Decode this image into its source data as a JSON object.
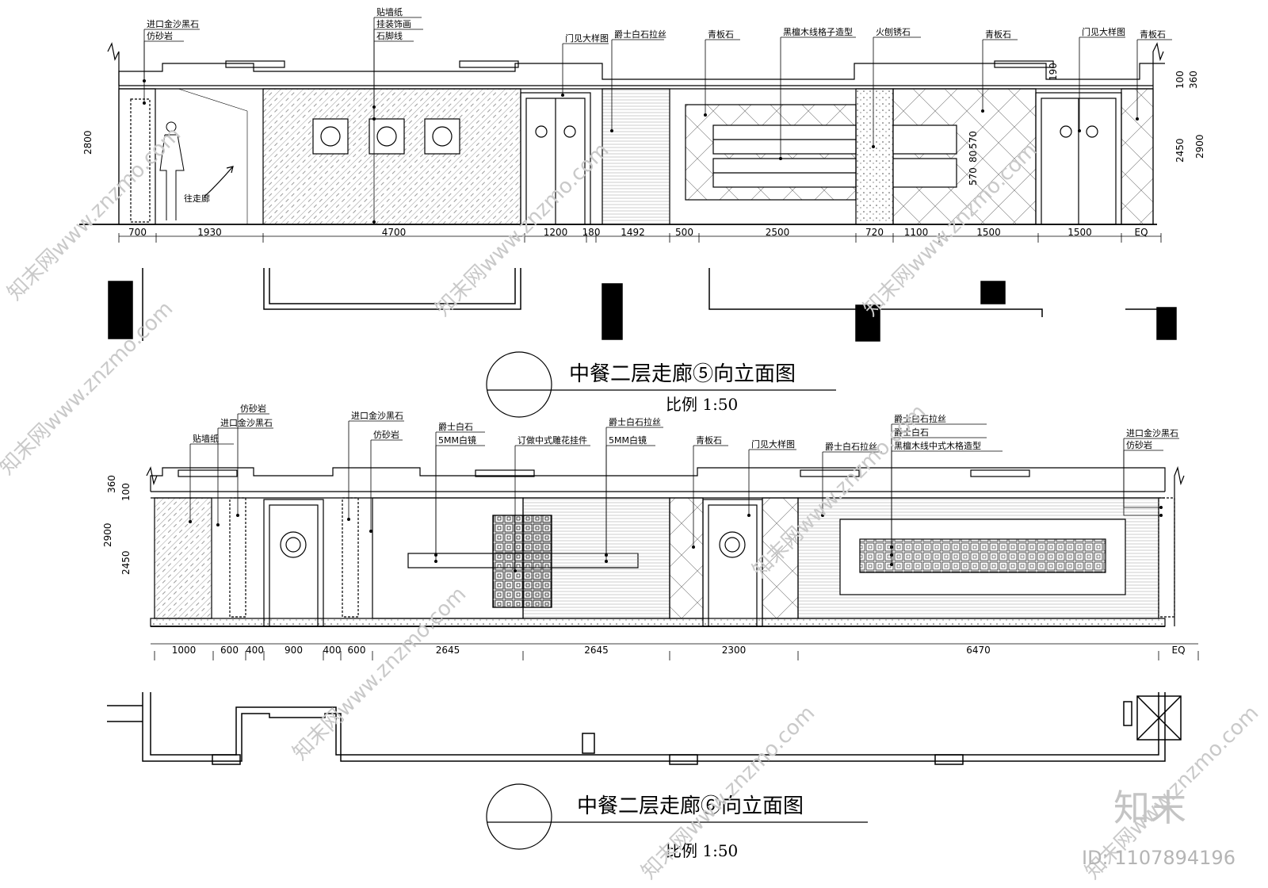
{
  "elevation5": {
    "title": "中餐二层走廊⑤向立面图",
    "scale": "比例 1:50",
    "callouts": [
      "进口金沙黑石",
      "仿砂岩",
      "贴墙纸",
      "挂装饰画",
      "石脚线",
      "门见大样图",
      "爵士白石拉丝",
      "青板石",
      "黑檀木线格子造型",
      "火刨锈石",
      "青板石",
      "门见大样图",
      "青板石"
    ],
    "note": "往走廊",
    "height_dims": [
      "2800",
      "360",
      "100",
      "2900",
      "2450",
      "570",
      "80",
      "570",
      "190"
    ],
    "widths": [
      "700",
      "1930",
      "4700",
      "1200",
      "180",
      "1492",
      "500",
      "2500",
      "720",
      "1100",
      "1500",
      "1500",
      "EQ"
    ]
  },
  "elevation6": {
    "title": "中餐二层走廊⑥向立面图",
    "scale": "比例 1:50",
    "callouts": [
      "贴墙纸",
      "进口金沙黑石",
      "仿砂岩",
      "进口金沙黑石",
      "仿砂岩",
      "爵士白石",
      "5MM白镜",
      "订做中式雕花挂件",
      "爵士白石拉丝",
      "5MM白镜",
      "青板石",
      "门见大样图",
      "爵士白石拉丝",
      "爵士白石拉丝",
      "爵士白石",
      "黑檀木线中式木格造型",
      "进口金沙黑石",
      "仿砂岩"
    ],
    "height_dims": [
      "360",
      "100",
      "2900",
      "2450"
    ],
    "widths": [
      "1000",
      "600",
      "400",
      "900",
      "400",
      "600",
      "2645",
      "2645",
      "2300",
      "6470",
      "EQ"
    ]
  },
  "watermark": {
    "text": "知末网www.znzmo.com",
    "brand": "知末",
    "id": "ID: 1107894196"
  }
}
